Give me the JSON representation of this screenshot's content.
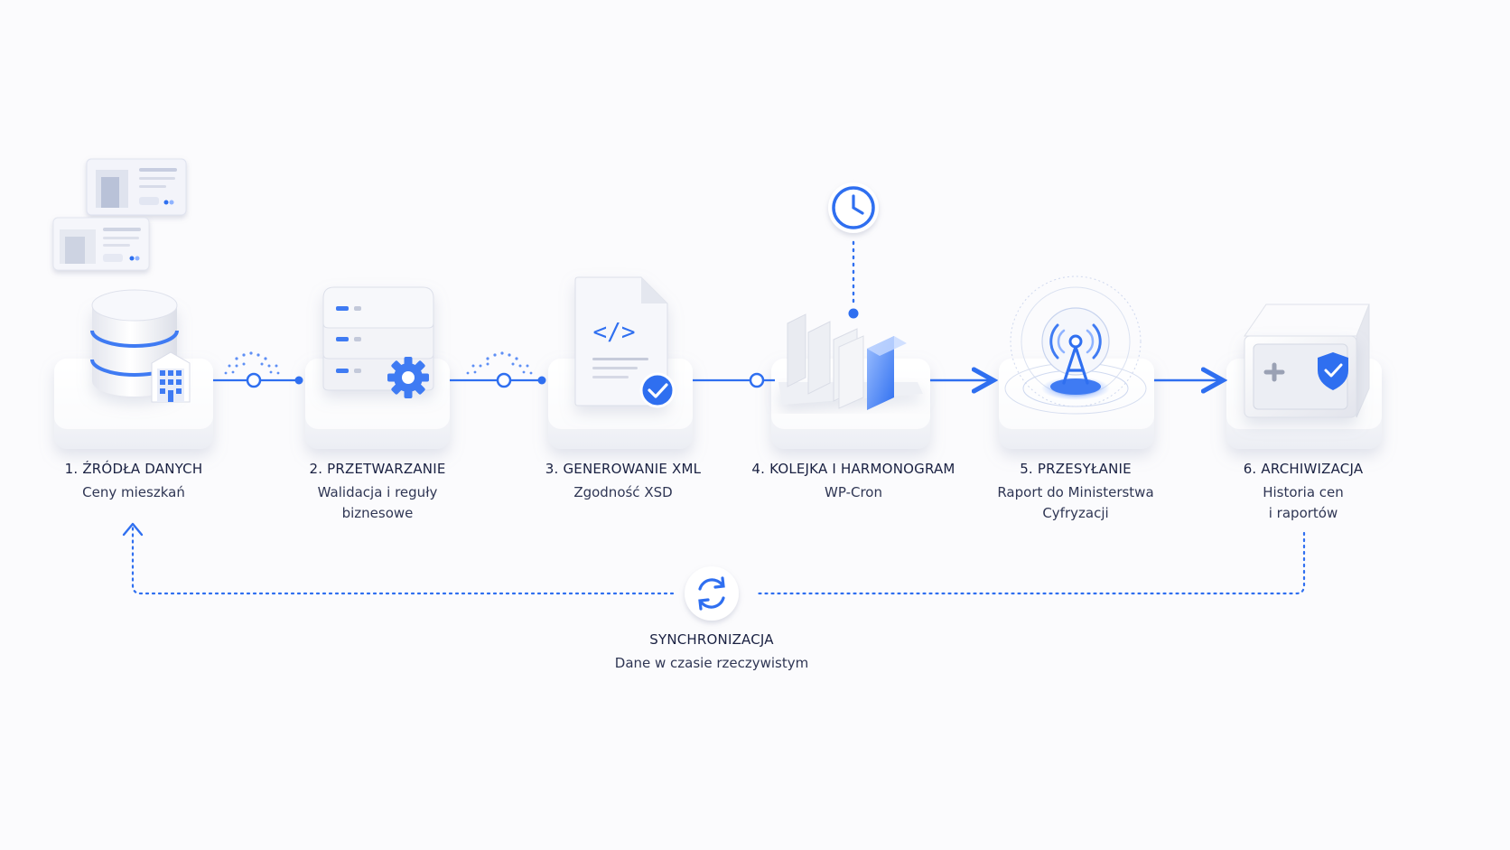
{
  "colors": {
    "accent": "#2f6ff0",
    "accent_light": "#8fb3ff",
    "platform": "#f1f2f6",
    "text": "#1a2142"
  },
  "steps": [
    {
      "title": "1. ŹRÓDŁA DANYCH",
      "subtitle": "Ceny mieszkań",
      "icon": "database-building-icon"
    },
    {
      "title": "2. PRZETWARZANIE",
      "subtitle": "Walidacja i reguły\nbiznesowe",
      "icon": "server-gear-icon"
    },
    {
      "title": "3. GENEROWANIE XML",
      "subtitle": "Zgodność XSD",
      "icon": "xml-document-check-icon"
    },
    {
      "title": "4. KOLEJKA I HARMONOGRAM",
      "subtitle": "WP-Cron",
      "icon": "queue-files-icon"
    },
    {
      "title": "5. PRZESYŁANIE",
      "subtitle": "Raport do Ministerstwa\nCyfryzacji",
      "icon": "antenna-icon"
    },
    {
      "title": "6. ARCHIWIZACJA",
      "subtitle": "Historia cen\ni raportów",
      "icon": "archive-safe-icon"
    }
  ],
  "sync": {
    "title": "SYNCHRONIZACJA",
    "subtitle": "Dane w czasie rzeczywistym",
    "icon": "sync-icon"
  }
}
